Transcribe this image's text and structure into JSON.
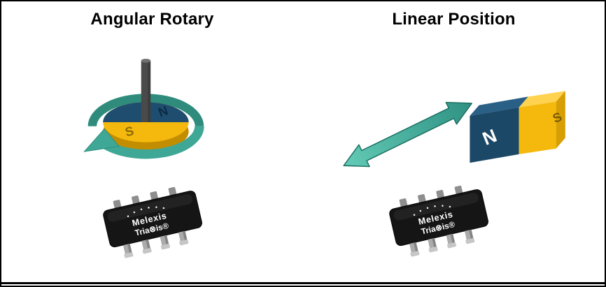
{
  "panels": {
    "left": {
      "title": "Angular Rotary"
    },
    "right": {
      "title": "Linear Position"
    }
  },
  "chip": {
    "brand": "Melexis",
    "product": "Tria⊗is®"
  },
  "rotary": {
    "north_label": "N",
    "south_label": "S"
  },
  "magnet": {
    "north_label": "N",
    "south_label": "S"
  },
  "colors": {
    "teal": "#3FA796",
    "teal_dark": "#2F8C7C",
    "navy": "#1E4D6F",
    "navy_light": "#2A5F86",
    "yellow": "#F5B90E",
    "yellow_dark": "#D79F04",
    "shaft_gray": "#4A4A4A",
    "chip_body": "#151515",
    "pin_gray": "#ABABAB",
    "border": "#000000",
    "background": "#FFFFFF"
  }
}
